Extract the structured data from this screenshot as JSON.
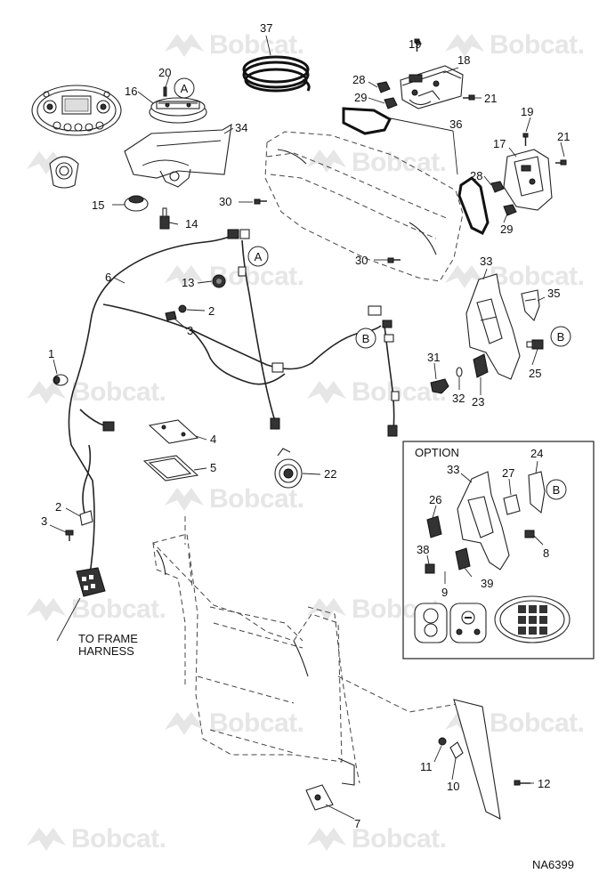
{
  "watermark": {
    "text": "Bobcat."
  },
  "figure_id": "NA6399",
  "option_label": "OPTION",
  "harness_note": {
    "line1": "TO FRAME",
    "line2": "HARNESS"
  },
  "circle_refs": {
    "a": "A",
    "b": "B"
  },
  "callouts": {
    "c1": "1",
    "c2a": "2",
    "c2b": "2",
    "c3a": "3",
    "c3b": "3",
    "c4": "4",
    "c5": "5",
    "c6": "6",
    "c7": "7",
    "c8": "8",
    "c9": "9",
    "c10": "10",
    "c11": "11",
    "c12": "12",
    "c13": "13",
    "c14": "14",
    "c15": "15",
    "c16": "16",
    "c17": "17",
    "c18": "18",
    "c19a": "19",
    "c19b": "19",
    "c20": "20",
    "c21a": "21",
    "c21b": "21",
    "c22": "22",
    "c23": "23",
    "c24": "24",
    "c25": "25",
    "c26": "26",
    "c27": "27",
    "c28a": "28",
    "c28b": "28",
    "c29a": "29",
    "c29b": "29",
    "c30a": "30",
    "c30b": "30",
    "c31": "31",
    "c32": "32",
    "c33a": "33",
    "c33b": "33",
    "c34": "34",
    "c35": "35",
    "c36": "36",
    "c37": "37",
    "c38": "38",
    "c39": "39"
  }
}
